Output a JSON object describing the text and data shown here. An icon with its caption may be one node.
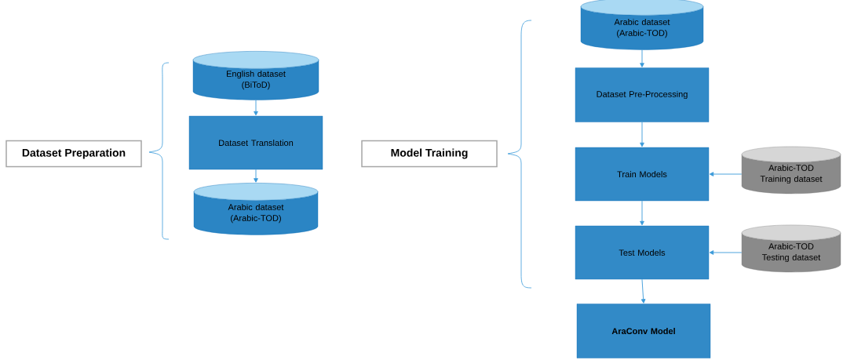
{
  "diagram": {
    "nodes": [
      {
        "text": [
          "Dataset Preparation"
        ]
      },
      {
        "text": [
          "English dataset (BiToD)"
        ]
      },
      {
        "text": [
          "Dataset Translation"
        ]
      },
      {
        "text": [
          "Arabic dataset (Arabic-TOD)"
        ]
      },
      {
        "text": [
          "Model Training"
        ]
      },
      {
        "text": [
          "Arabic dataset (Arabic-TOD)"
        ]
      },
      {
        "text": [
          "Dataset Pre-Processing"
        ]
      },
      {
        "text": [
          "Train Models"
        ]
      },
      {
        "text": [
          "Arabic-TOD Training dataset"
        ]
      },
      {
        "text": [
          "Test Models"
        ]
      },
      {
        "text": [
          "Arabic-TOD Testing dataset"
        ]
      },
      {
        "text": [
          "AraConv Model"
        ]
      }
    ],
    "edges": [
      {
        "from": 1,
        "to": 2,
        "arrow": "to"
      },
      {
        "from": 2,
        "to": 3,
        "arrow": "to"
      },
      {
        "from": 5,
        "to": 6,
        "arrow": "to"
      },
      {
        "from": 6,
        "to": 7,
        "arrow": "to"
      },
      {
        "from": 8,
        "to": 7,
        "arrow": "to"
      },
      {
        "from": 7,
        "to": 9,
        "arrow": "to"
      },
      {
        "from": 10,
        "to": 9,
        "arrow": "to"
      },
      {
        "from": 9,
        "to": 11,
        "arrow": "to"
      }
    ]
  }
}
